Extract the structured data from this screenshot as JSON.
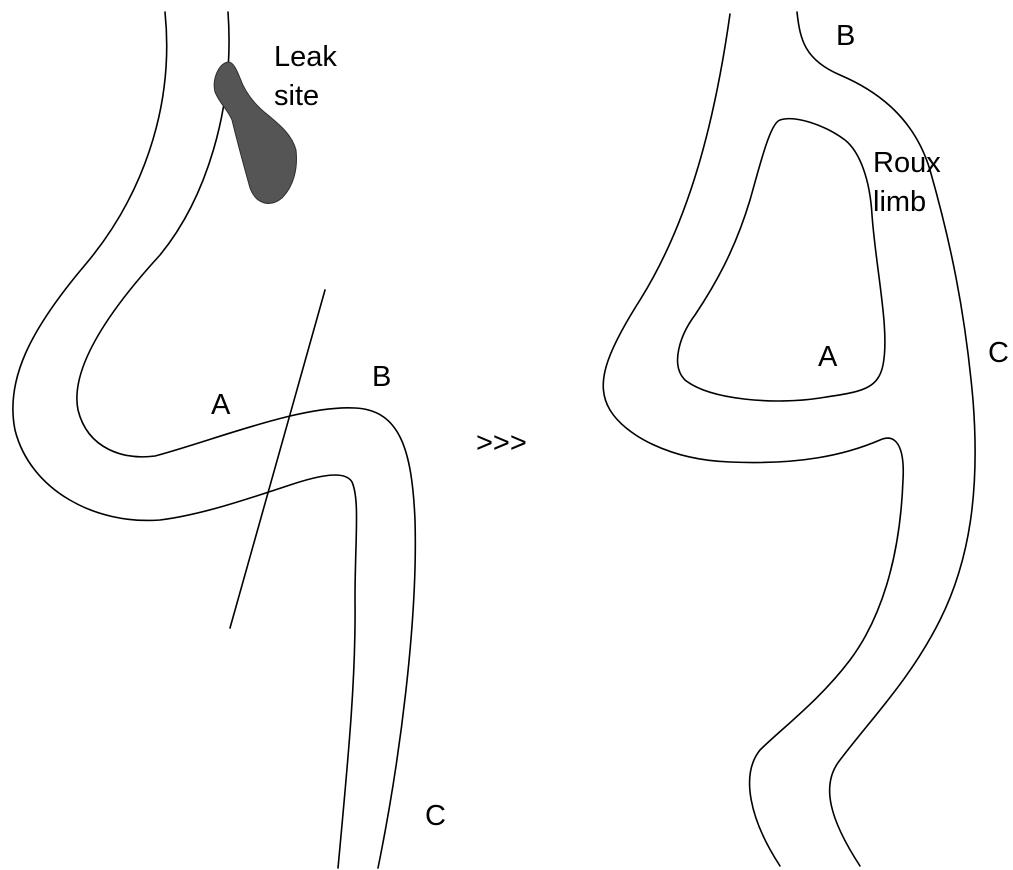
{
  "labels": {
    "leak_line1": "Leak",
    "leak_line2": "site",
    "left_a": "A",
    "left_b": "B",
    "left_c": "C",
    "arrow": ">>>",
    "right_b": "B",
    "roux_line1": "Roux",
    "roux_line2": "limb",
    "right_a": "A",
    "right_c": "C"
  },
  "colors": {
    "leak_fill": "#555555",
    "stroke": "#000000",
    "background": "#ffffff"
  }
}
